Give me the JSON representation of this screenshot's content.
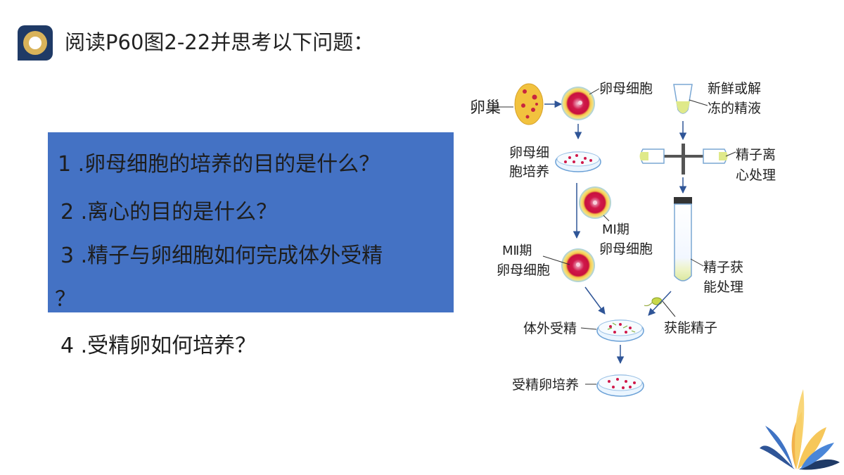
{
  "header": {
    "title": "阅读P60图2-22并思考以下问题："
  },
  "questions": {
    "q1": "1 .卵母细胞的培养的目的是什么？",
    "q2": "2 .离心的目的是什么？",
    "q3": "3 .精子与卵细胞如何完成体外受精",
    "q3_cont": "？",
    "q4": "4 .受精卵如何培养？"
  },
  "diagram": {
    "ovary": "卵巢",
    "oocyte": "卵母细胞",
    "fresh_semen_1": "新鲜或解",
    "fresh_semen_2": "冻的精液",
    "oocyte_culture_1": "卵母细",
    "oocyte_culture_2": "胞培养",
    "centrifuge_1": "精子离",
    "centrifuge_2": "心处理",
    "mi_1": "MⅠ期",
    "mi_2": "卵母细胞",
    "mii_1": "MⅡ期",
    "mii_2": "卵母细胞",
    "capacitation_1": "精子获",
    "capacitation_2": "能处理",
    "ivf": "体外受精",
    "capacitated_sperm": "获能精子",
    "zygote_culture": "受精卵培养"
  },
  "colors": {
    "question_box": "#4472c4",
    "logo_bg": "#1f3a66",
    "logo_ring": "#d9b35a",
    "arrow": "#2f5597"
  }
}
